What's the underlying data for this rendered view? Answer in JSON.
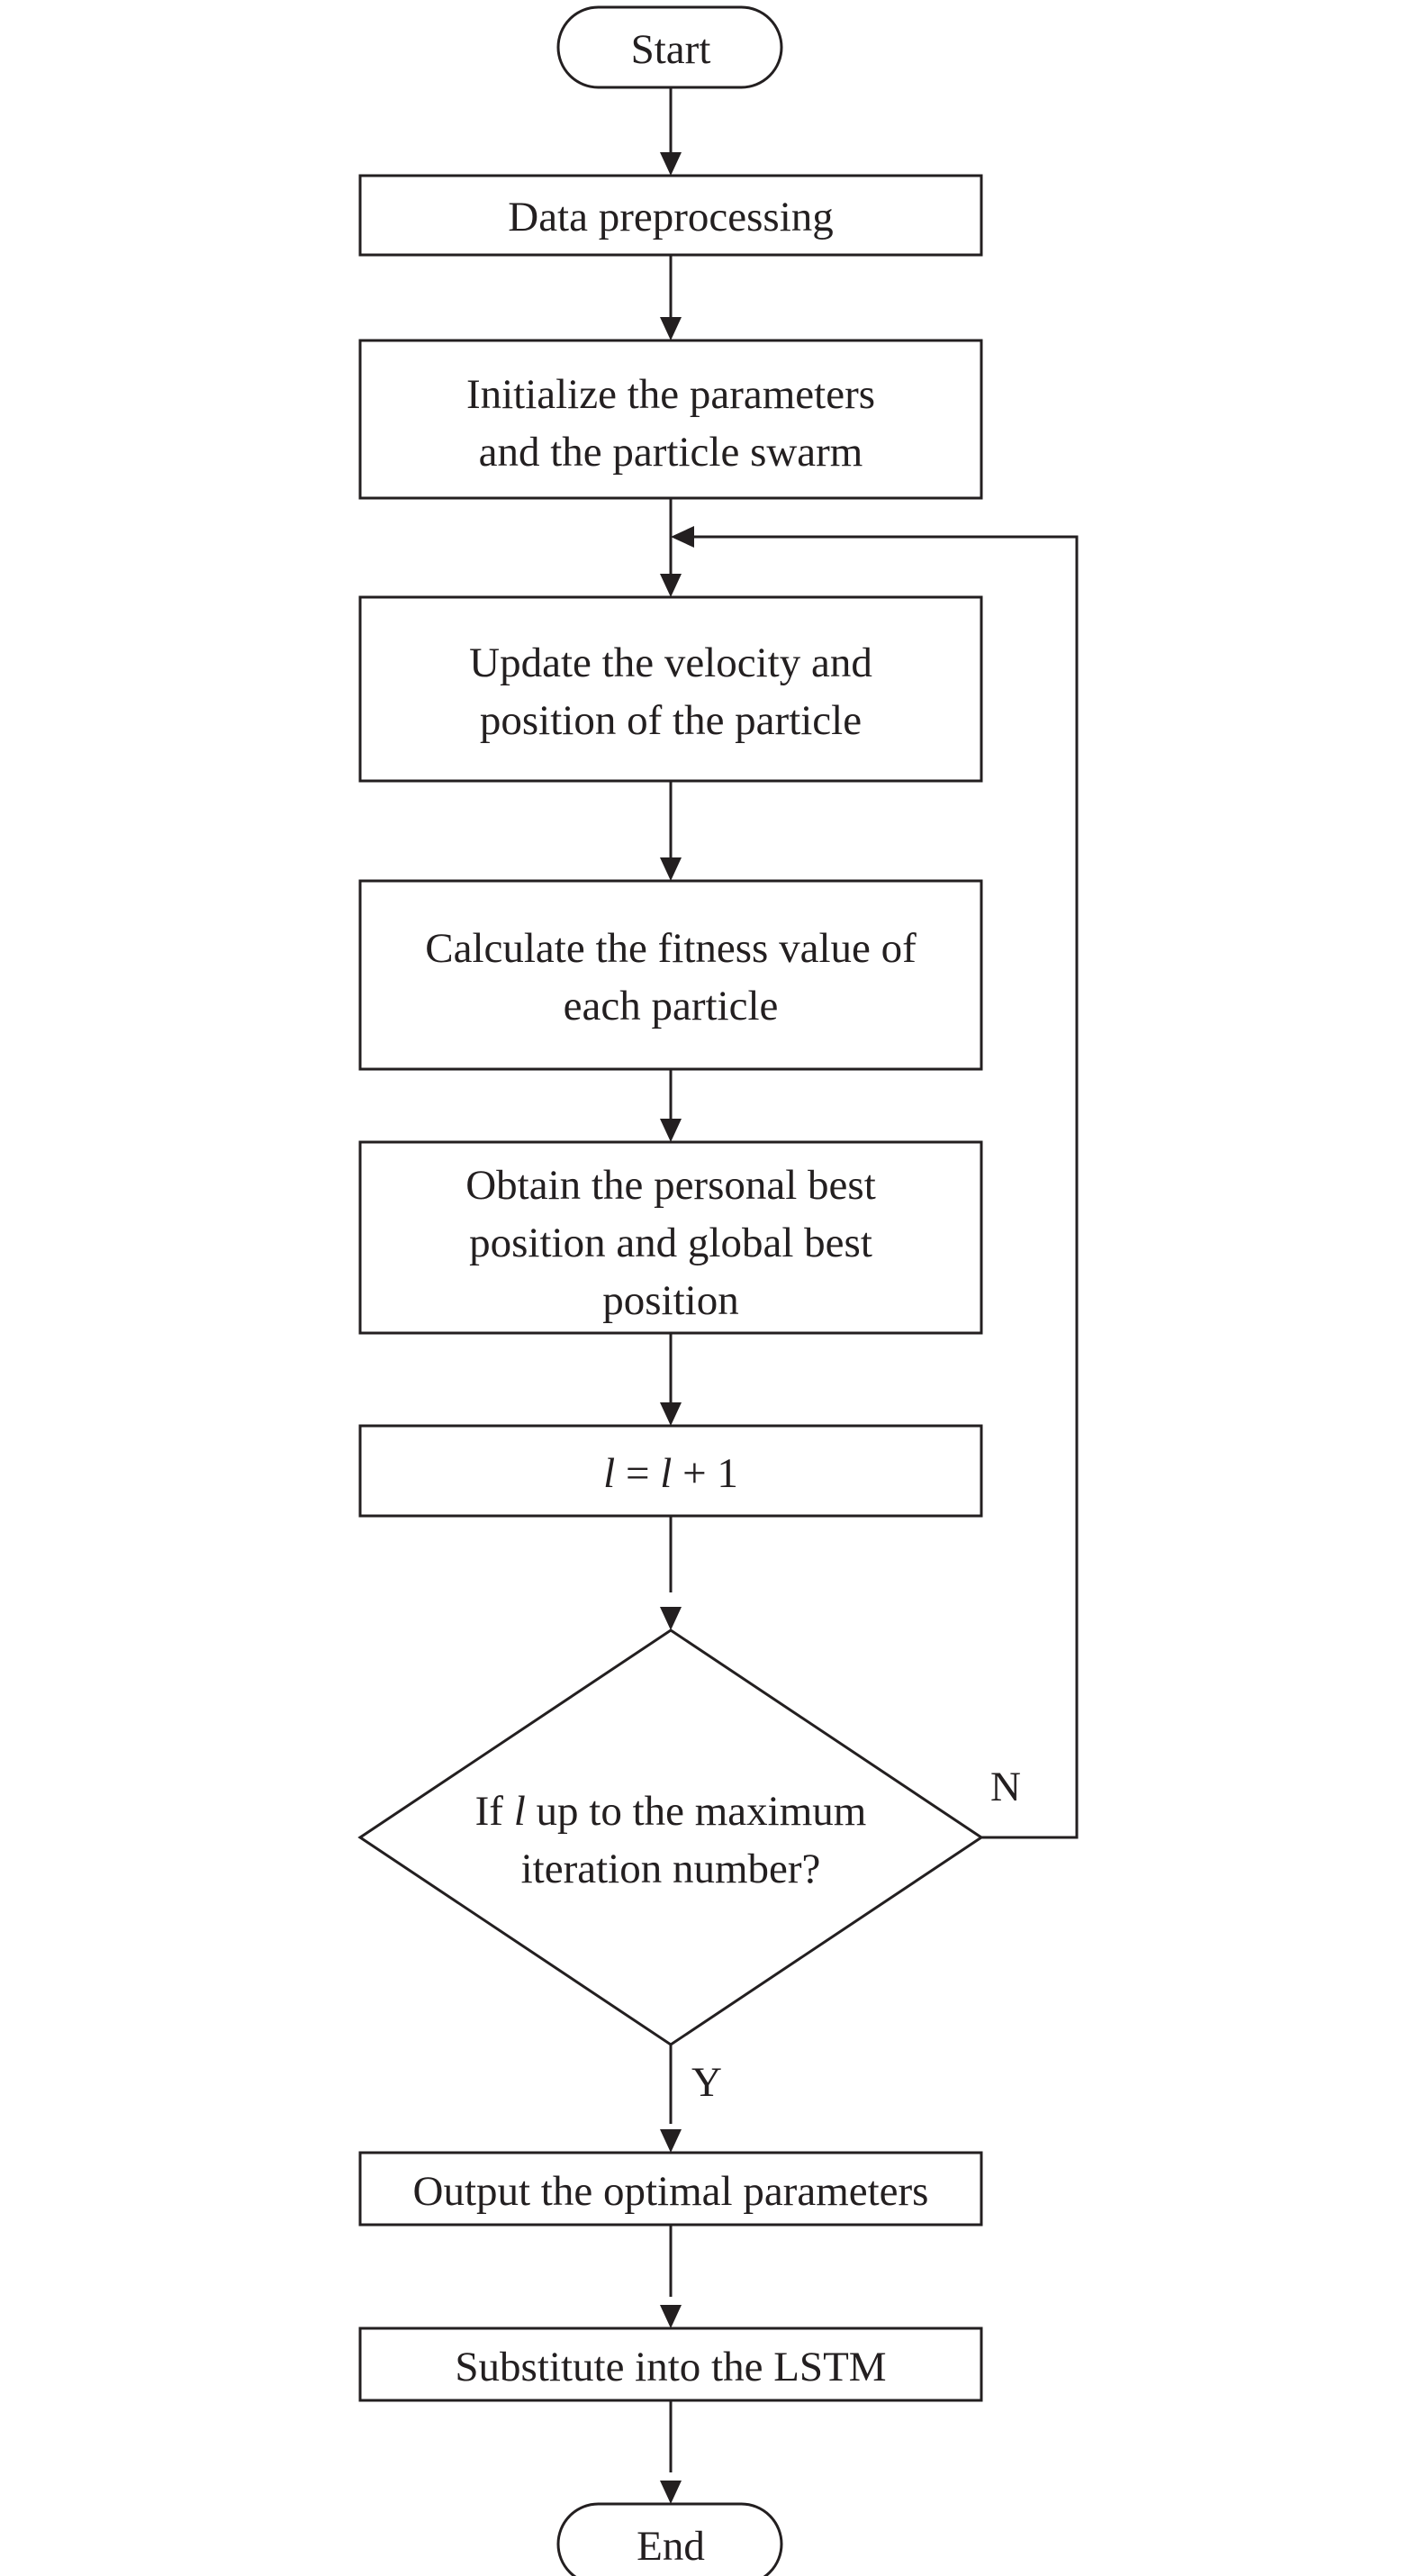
{
  "nodes": {
    "start": {
      "lines": [
        "Start"
      ]
    },
    "preprocess": {
      "lines": [
        "Data preprocessing"
      ]
    },
    "init": {
      "lines": [
        "Initialize the parameters",
        "and the particle swarm"
      ]
    },
    "update": {
      "lines": [
        "Update the velocity and",
        "position of the particle"
      ]
    },
    "fitness": {
      "lines": [
        "Calculate the fitness value of",
        "each particle"
      ]
    },
    "best": {
      "lines": [
        "Obtain the personal best",
        "position and global best",
        "position"
      ]
    },
    "increment": {
      "lines": [
        [
          {
            "text": "l",
            "italic": true
          },
          {
            "text": " = ",
            "italic": false
          },
          {
            "text": "l",
            "italic": true
          },
          {
            "text": " + 1",
            "italic": false
          }
        ]
      ]
    },
    "decision": {
      "lines": [
        [
          {
            "text": "If ",
            "italic": false
          },
          {
            "text": "l",
            "italic": true
          },
          {
            "text": " up to the maximum",
            "italic": false
          }
        ],
        "iteration number?"
      ]
    },
    "output": {
      "lines": [
        "Output the optimal parameters"
      ]
    },
    "substitute": {
      "lines": [
        "Substitute into the LSTM"
      ]
    },
    "end": {
      "lines": [
        "End"
      ]
    }
  },
  "edge_labels": {
    "no": "N",
    "yes": "Y"
  },
  "colors": {
    "stroke": "#231f20",
    "background": "#ffffff"
  }
}
